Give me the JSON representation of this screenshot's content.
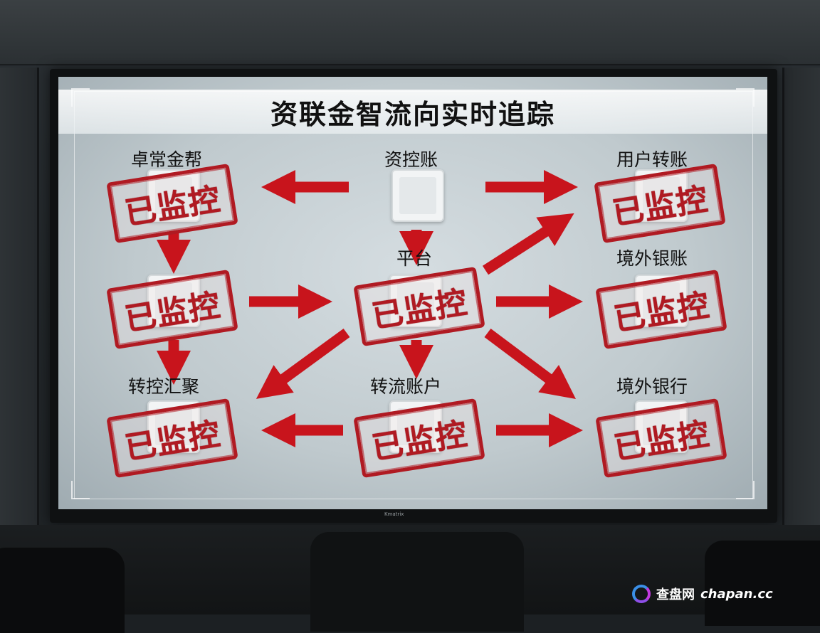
{
  "screen": {
    "title": "资联金智流向实时追踪"
  },
  "nodes": {
    "top_left": "卓常金帮",
    "top_center": "资控账",
    "top_right": "用户转账",
    "middle_center": "平台",
    "middle_right": "境外银账",
    "bottom_left": "转控汇聚",
    "bottom_center": "转流账户",
    "bottom_right": "境外银行"
  },
  "stamp_text": "已监控",
  "monitor_brand": "Kmatrix",
  "watermark": {
    "cn": "查盘网",
    "en": "chapan.cc"
  },
  "colors": {
    "arrow": "#c8141c",
    "stamp": "#b01a22",
    "screen_bg": "#c6d0d4"
  }
}
